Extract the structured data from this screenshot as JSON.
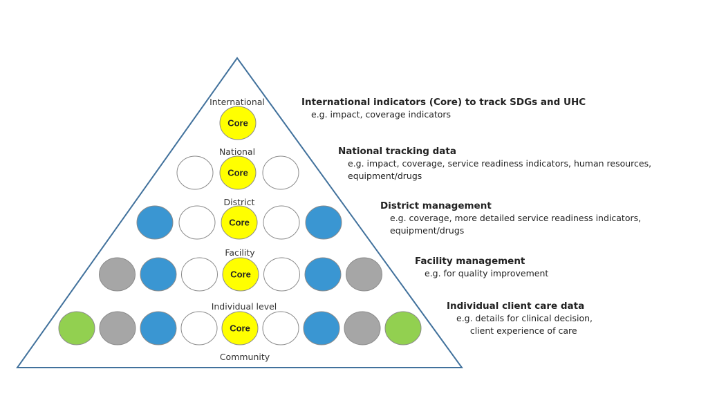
{
  "colors": {
    "triangle_stroke": "#41719c",
    "core": "#ffff00",
    "blue": "#3a96d2",
    "gray": "#a6a6a6",
    "green": "#92d050",
    "white": "#ffffff",
    "circle_stroke": "#8a8a8a"
  },
  "core_label": "Core",
  "levels": [
    {
      "key": "international",
      "label": "International",
      "circles": [
        "core"
      ]
    },
    {
      "key": "national",
      "label": "National",
      "circles": [
        "white",
        "core",
        "white"
      ]
    },
    {
      "key": "district",
      "label": "District",
      "circles": [
        "blue",
        "white",
        "core",
        "white",
        "blue"
      ]
    },
    {
      "key": "facility",
      "label": "Facility",
      "circles": [
        "gray",
        "blue",
        "white",
        "core",
        "white",
        "blue",
        "gray"
      ]
    },
    {
      "key": "individual",
      "label": "Individual level",
      "circles": [
        "green",
        "gray",
        "blue",
        "white",
        "core",
        "white",
        "blue",
        "gray",
        "green"
      ]
    }
  ],
  "base_label": "Community",
  "descriptions": {
    "international": {
      "title": "International indicators (Core) to track SDGs and UHC",
      "lines": [
        "e.g. impact, coverage indicators"
      ]
    },
    "national": {
      "title": "National tracking data",
      "lines": [
        "e.g. impact, coverage, service readiness indicators, human resources,",
        "equipment/drugs"
      ]
    },
    "district": {
      "title": "District management",
      "lines": [
        "e.g. coverage, more detailed service readiness indicators,",
        "equipment/drugs"
      ]
    },
    "facility": {
      "title": "Facility management",
      "lines": [
        "e.g. for quality improvement"
      ]
    },
    "individual": {
      "title": "Individual  client care data",
      "lines": [
        "e.g. details for clinical decision,",
        "     client experience of care"
      ]
    }
  }
}
